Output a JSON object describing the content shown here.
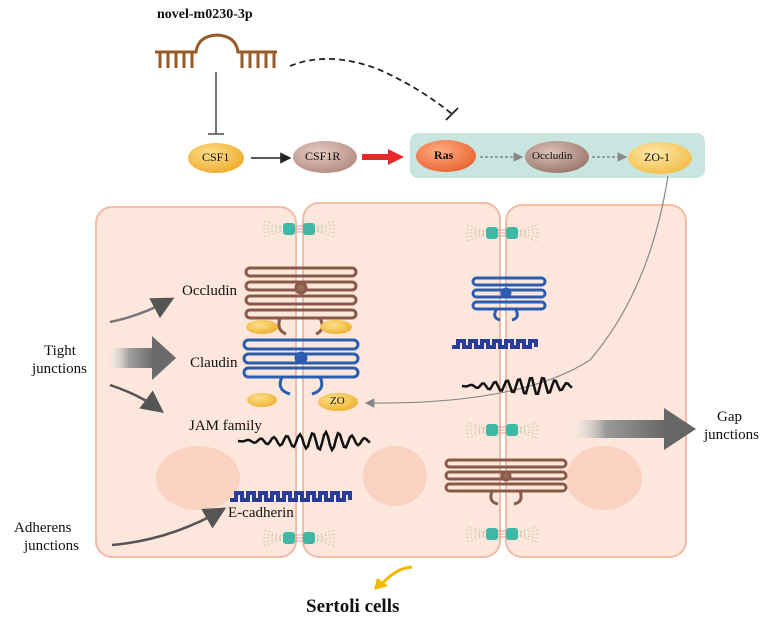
{
  "mirna": {
    "label": "novel-m0230-3p"
  },
  "pathway": {
    "csf1": "CSF1",
    "csf1r": "CSF1R",
    "ras": "Ras",
    "occludin": "Occludin",
    "zo1": "ZO-1"
  },
  "labels": {
    "occludin": "Occludin",
    "claudin": "Claudin",
    "zo": "ZO",
    "jam_family": "JAM family",
    "e_cadherin": "E-cadherin",
    "tight_junctions": [
      "Tight",
      "junctions"
    ],
    "adherens_junctions": [
      "Adherens",
      "junctions"
    ],
    "gap_junctions": [
      "Gap",
      "junctions"
    ],
    "sertoli_cells": "Sertoli cells"
  },
  "colors": {
    "cell_fill": "#fde6dc",
    "cell_stroke": "#f0b8a0",
    "nucleus": "#fad3c4",
    "pathway_box": "#c8e6df",
    "csf1_node": "#f7c14a",
    "csf1r_node": "#c9a49a",
    "ras_node": "#f07a4a",
    "occludin_node": "#b08c82",
    "zo1_node": "#f6cf6a",
    "mirna": "#9a5a28",
    "occludin_protein": "#8a5a48",
    "claudin_protein": "#2a5db0",
    "ecadherin": "#283c9a",
    "red_arrow": "#e8282a",
    "gap_arrow": "#707070",
    "yellow_arrow": "#f5b800",
    "gap_junction": "#3fb8a6"
  }
}
